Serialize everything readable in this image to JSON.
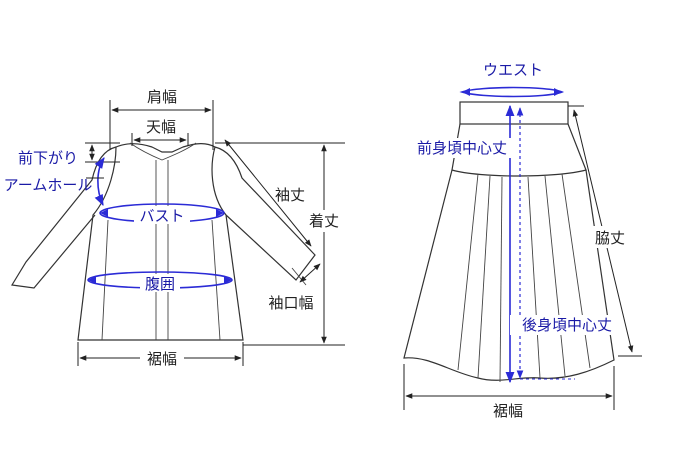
{
  "colors": {
    "line": "#333333",
    "measure_blue": "#2b2bd6",
    "label_blue": "#1a1aa6",
    "label_black": "#222222"
  },
  "jacket": {
    "shoulder_width": "肩幅",
    "neck_width": "天幅",
    "front_neck_drop": "前下がり",
    "armhole": "アームホール",
    "bust": "バスト",
    "sleeve_length": "袖丈",
    "total_length": "着丈",
    "waist_girth": "腹囲",
    "cuff_width": "袖口幅",
    "hem_width": "裾幅"
  },
  "skirt": {
    "waist": "ウエスト",
    "front_center_length": "前身頃中心丈",
    "side_length": "脇丈",
    "back_center_length": "後身頃中心丈",
    "hem_width": "裾幅"
  }
}
